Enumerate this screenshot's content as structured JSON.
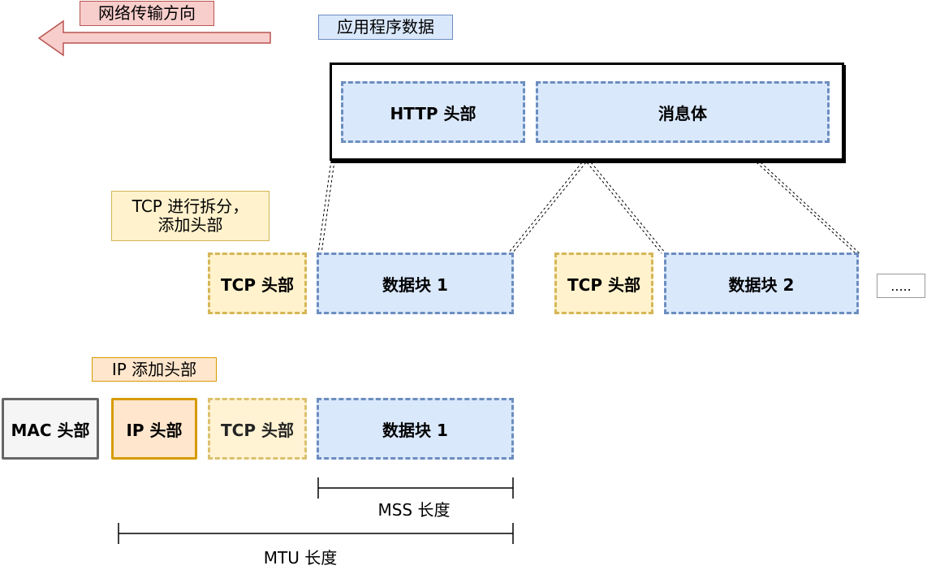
{
  "direction_label": "网络传输方向",
  "app_data_label": "应用程序数据",
  "tcp_split_label_line1": "TCP 进行拆分，",
  "tcp_split_label_line2": "添加头部",
  "ip_add_label": "IP 添加头部",
  "http_header": "HTTP 头部",
  "message_body": "消息体",
  "tcp_header": "TCP 头部",
  "data_block_1": "数据块 1",
  "data_block_2": "数据块 2",
  "ellipsis": ".....",
  "mac_header": "MAC 头部",
  "ip_header": "IP 头部",
  "mss_length": "MSS 长度",
  "mtu_length": "MTU 长度"
}
